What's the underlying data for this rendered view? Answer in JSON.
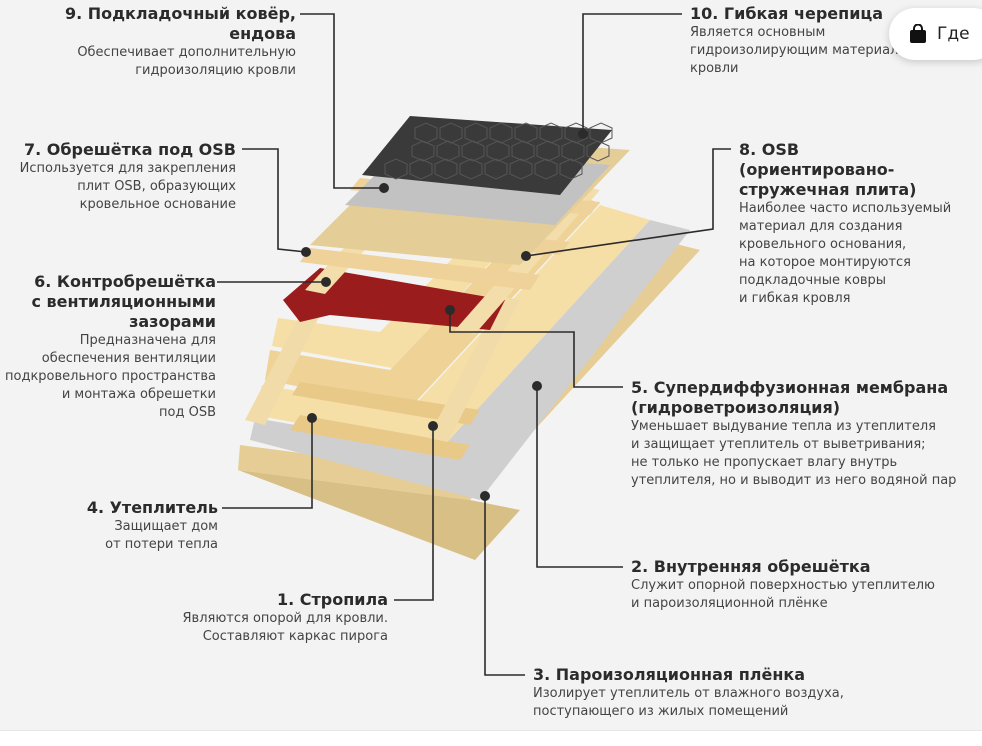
{
  "labels": {
    "l9": {
      "title": [
        "9. Подкладочный ковёр,",
        "ендова"
      ],
      "desc": [
        "Обеспечивает дополнительную",
        "гидроизоляцию кровли"
      ]
    },
    "l10": {
      "title": [
        "10. Гибкая черепица"
      ],
      "desc": [
        "Является основным",
        "гидроизолирующим материалом",
        "кровли"
      ]
    },
    "l7": {
      "title": [
        "7. Обрешётка под OSB"
      ],
      "desc": [
        "Используется для закрепления",
        "плит OSB, образующих",
        "кровельное основание"
      ]
    },
    "l8": {
      "title": [
        "8. OSB",
        "(ориентировано-",
        "стружечная плита)"
      ],
      "desc": [
        "Наиболее часто используемый",
        "материал для создания",
        "кровельного  основания,",
        "на которое монтируются",
        "подкладочные ковры",
        "и гибкая кровля"
      ]
    },
    "l6": {
      "title": [
        "6. Контробрешётка",
        "с вентиляционными",
        "зазорами"
      ],
      "desc": [
        "Предназначена для",
        "обеспечения вентиляции",
        "подкровельного пространства",
        "и монтажа обрешетки",
        "под OSB"
      ]
    },
    "l5": {
      "title": [
        "5. Супердиффузионная мембрана",
        "(гидроветроизоляция)"
      ],
      "desc": [
        "Уменьшает выдувание тепла из утеплителя",
        "и защищает утеплитель от выветривания;",
        "не только не пропускает влагу внутрь",
        "утеплителя, но и выводит из него водяной пар"
      ]
    },
    "l4": {
      "title": [
        "4. Утеплитель"
      ],
      "desc": [
        "Защищает дом",
        "от потери тепла"
      ]
    },
    "l2": {
      "title": [
        "2. Внутренняя обрешётка"
      ],
      "desc": [
        "Служит опорной поверхностью утеплителю",
        "и пароизоляционной плёнке"
      ]
    },
    "l1": {
      "title": [
        "1. Стропила"
      ],
      "desc": [
        "Являются опорой для кровли.",
        "Составляют каркас пирога"
      ]
    },
    "l3": {
      "title": [
        "3. Пароизоляционная плёнка"
      ],
      "desc": [
        "Изолирует утеплитель от влажного воздуха,",
        "поступающего из жилых помещений"
      ]
    }
  },
  "pill": {
    "label": "Где"
  },
  "colors": {
    "shingle": "#3a3a3a",
    "underlay": "#bdbdbd",
    "osb": "#e8d2a0",
    "membrane": "#9b1c1c",
    "wood": "#f0d9a4",
    "vapor": "#d0d0d0",
    "insulation": "#f5e0a8",
    "leader": "#2b2b2b"
  }
}
